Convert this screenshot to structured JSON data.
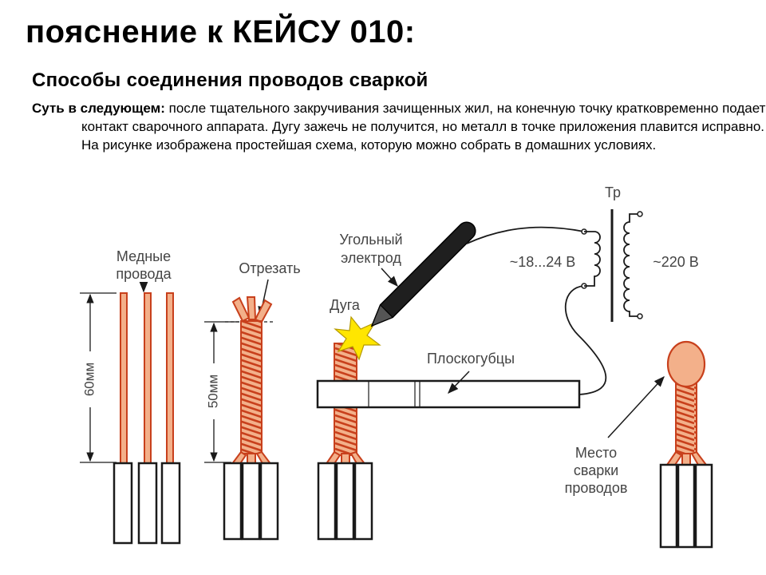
{
  "header": {
    "title": "пояснение к КЕЙСУ 010:",
    "subtitle": "Способы соединения проводов сваркой",
    "lead": "Суть в следующем:",
    "description": "после тщательного закручивания зачищенных жил, на конечную точку кратковременно подается контакт сварочного аппарата. Дугу зажечь не получится, но металл в точке приложения плавится исправно. На рисунке изображена простейшая схема, которую можно собрать в домашних условиях."
  },
  "diagram": {
    "labels": {
      "copper_line1": "Медные",
      "copper_line2": "провода",
      "cut": "Отрезать",
      "carbon_line1": "Угольный",
      "carbon_line2": "электрод",
      "arc": "Дуга",
      "pliers": "Плоскогубцы",
      "transformer": "Тр",
      "secondary_voltage": "~18...24 В",
      "primary_voltage": "~220 В",
      "weld_line1": "Место",
      "weld_line2": "сварки",
      "weld_line3": "проводов"
    },
    "dimensions": {
      "length1": "60мм",
      "length2": "50мм"
    },
    "colors": {
      "copper_fill": "#f3b08a",
      "copper_stroke": "#c8401c",
      "ink": "#1a1a1a",
      "spark": "#ffe600"
    }
  }
}
